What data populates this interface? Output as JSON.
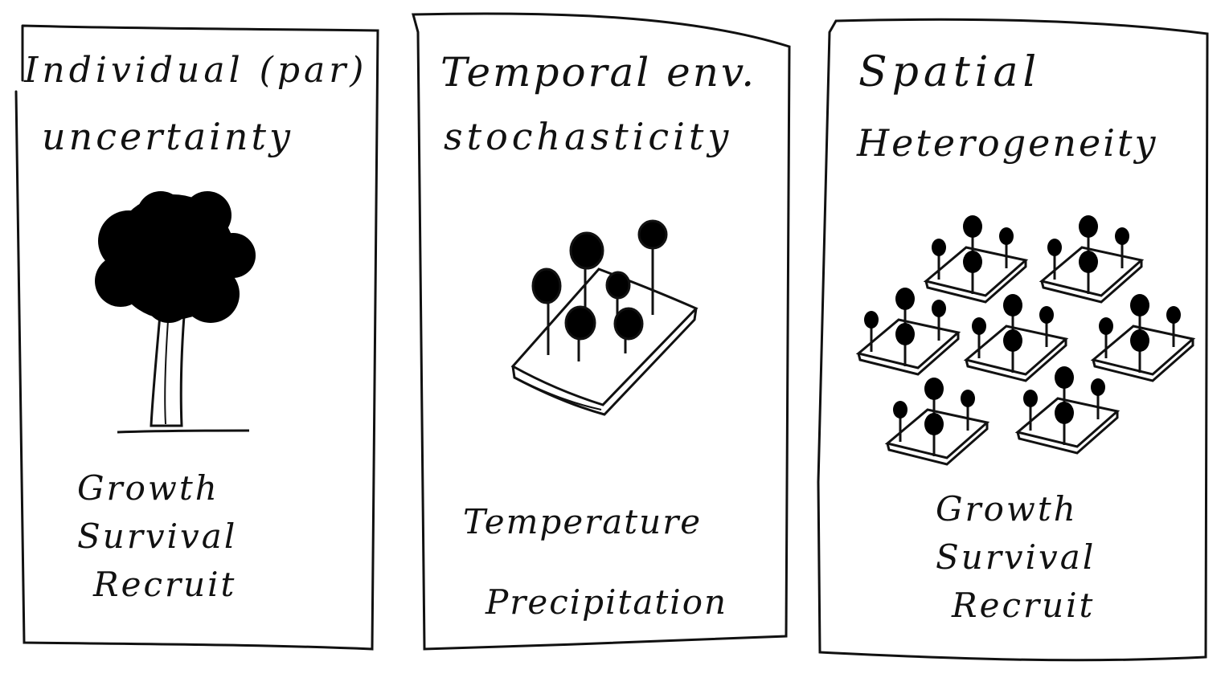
{
  "panels": [
    {
      "title_line1": "Individual (par)",
      "title_line2": "uncertainty",
      "items": [
        "Growth",
        "Survival",
        "Recruit"
      ]
    },
    {
      "title_line1": "Temporal env.",
      "title_line2": "stochasticity",
      "items": [
        "Temperature",
        "Precipitation"
      ]
    },
    {
      "title_line1": "Spatial",
      "title_line2": "Heterogeneity",
      "items": [
        "Growth",
        "Survival",
        "Recruit"
      ]
    }
  ],
  "colors": {
    "ink": "#111111",
    "background": "#ffffff"
  }
}
